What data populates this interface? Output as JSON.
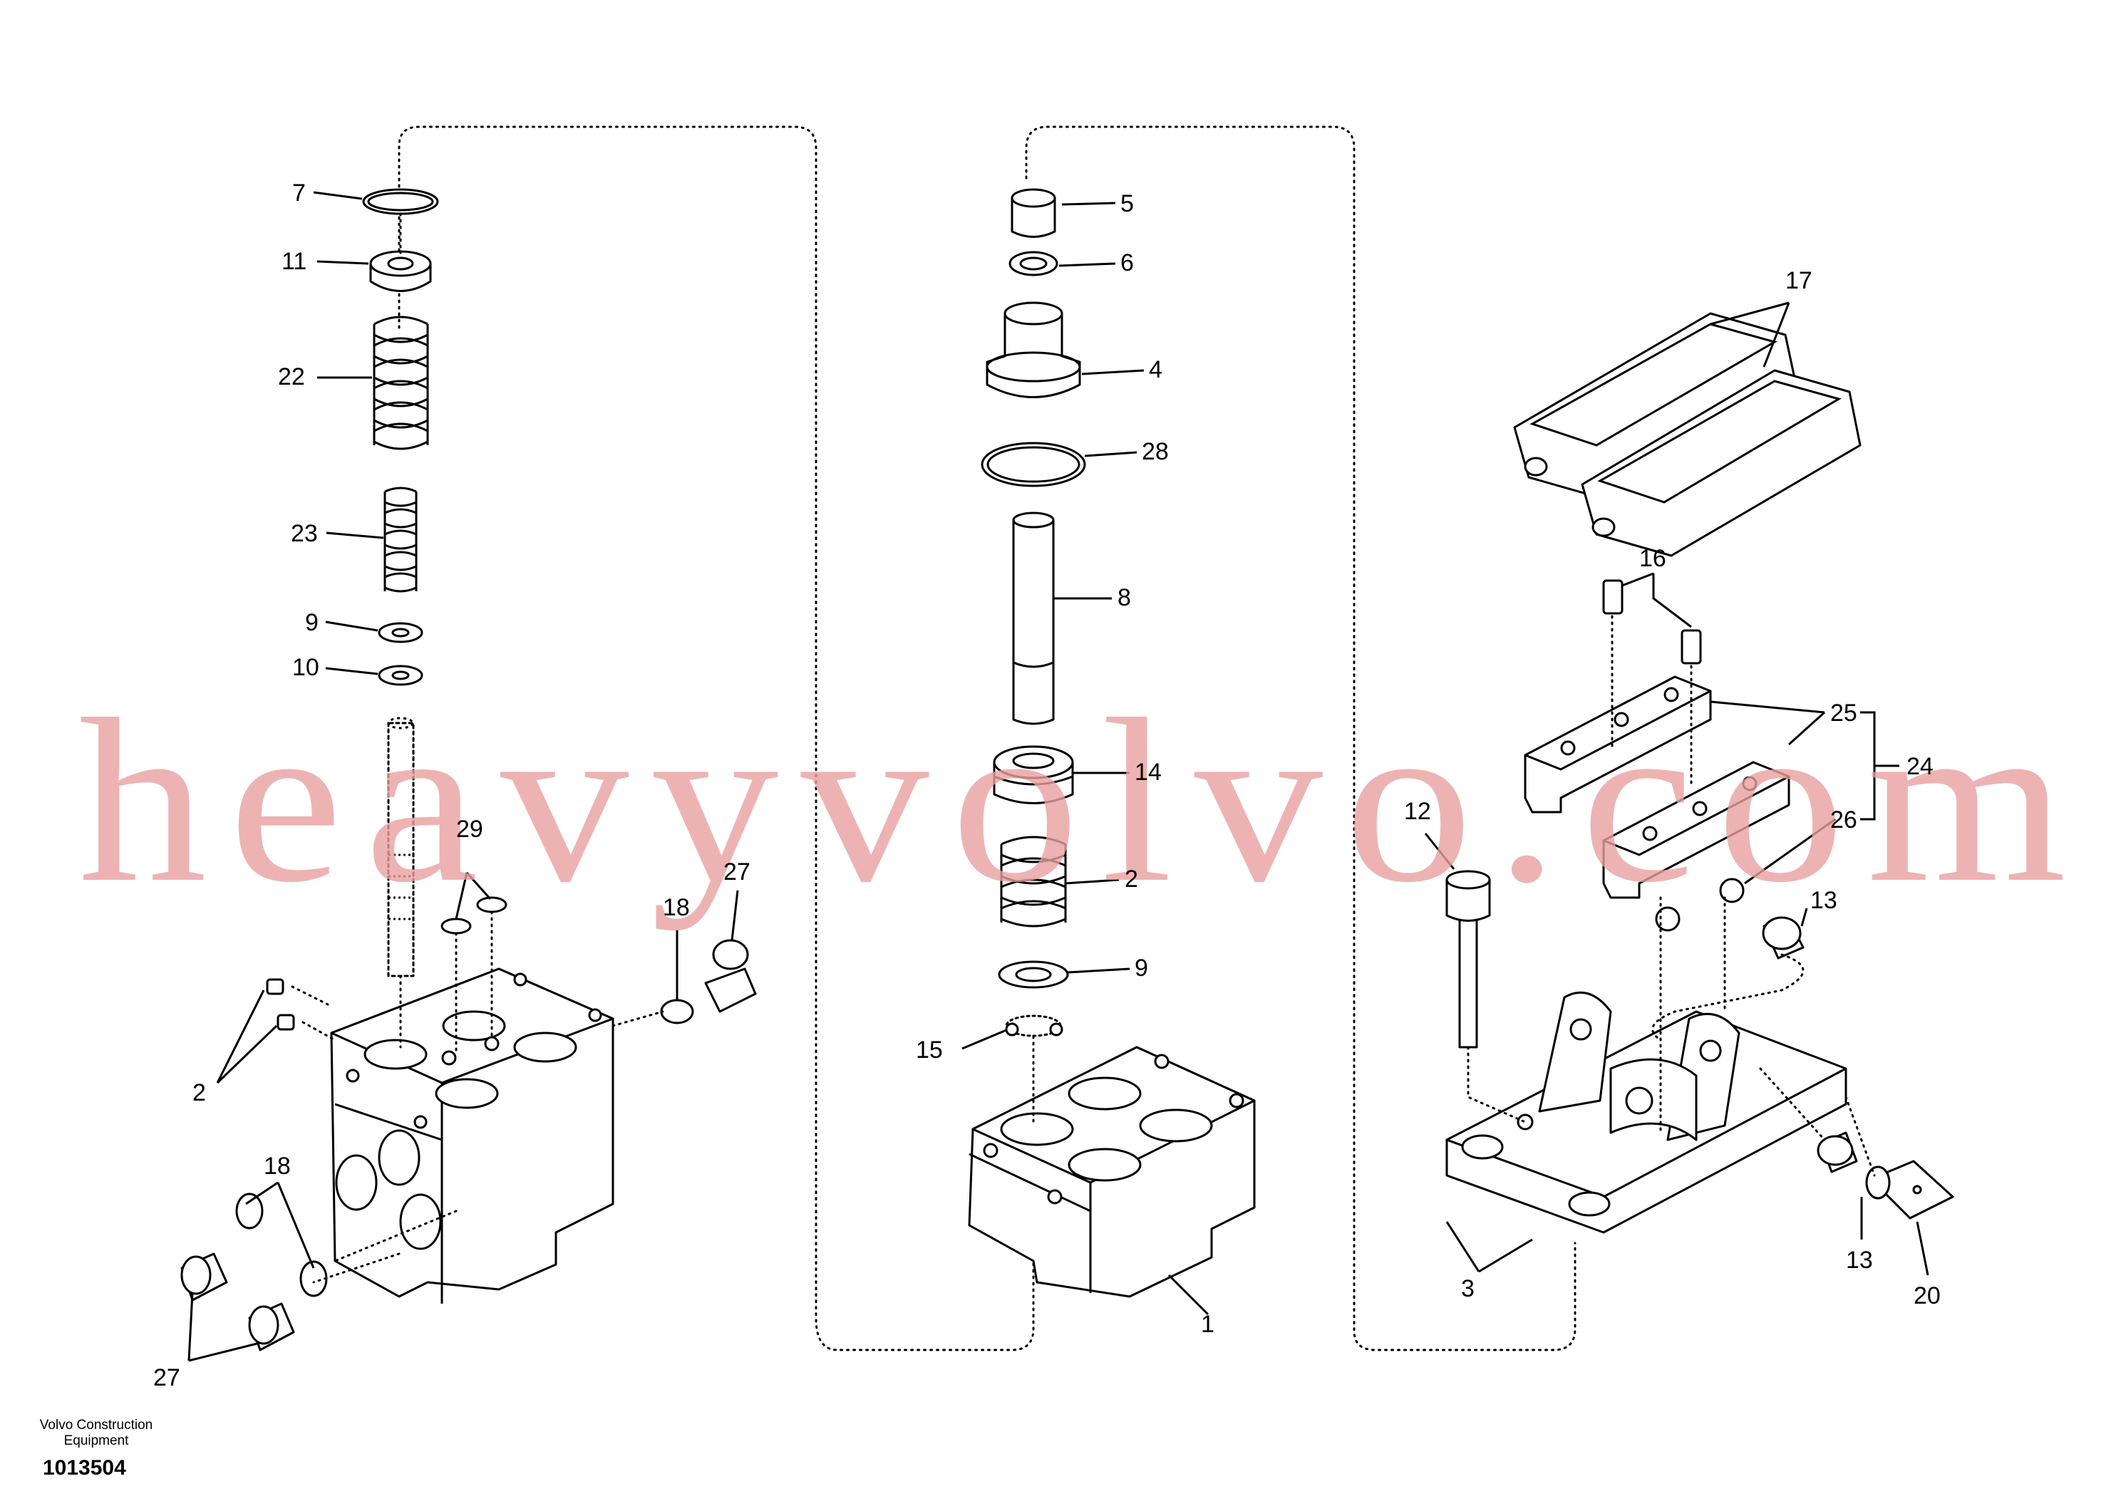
{
  "watermark": "heavyvolvo.com",
  "footer": {
    "company": "Volvo Construction Equipment",
    "diagram_id": "1013504"
  },
  "callouts": {
    "c7": "7",
    "c11": "11",
    "c22": "22",
    "c23": "23",
    "c9a": "9",
    "c10": "10",
    "c29": "29",
    "c18a": "18",
    "c27a": "27",
    "c2a": "2",
    "c18b": "18",
    "c27b": "27",
    "c5": "5",
    "c6": "6",
    "c4": "4",
    "c28": "28",
    "c8": "8",
    "c14": "14",
    "c2b": "2",
    "c9b": "9",
    "c15": "15",
    "c1": "1",
    "c17": "17",
    "c16": "16",
    "c25": "25",
    "c24": "24",
    "c26": "26",
    "c12": "12",
    "c13a": "13",
    "c13b": "13",
    "c20": "20",
    "c3": "3"
  }
}
